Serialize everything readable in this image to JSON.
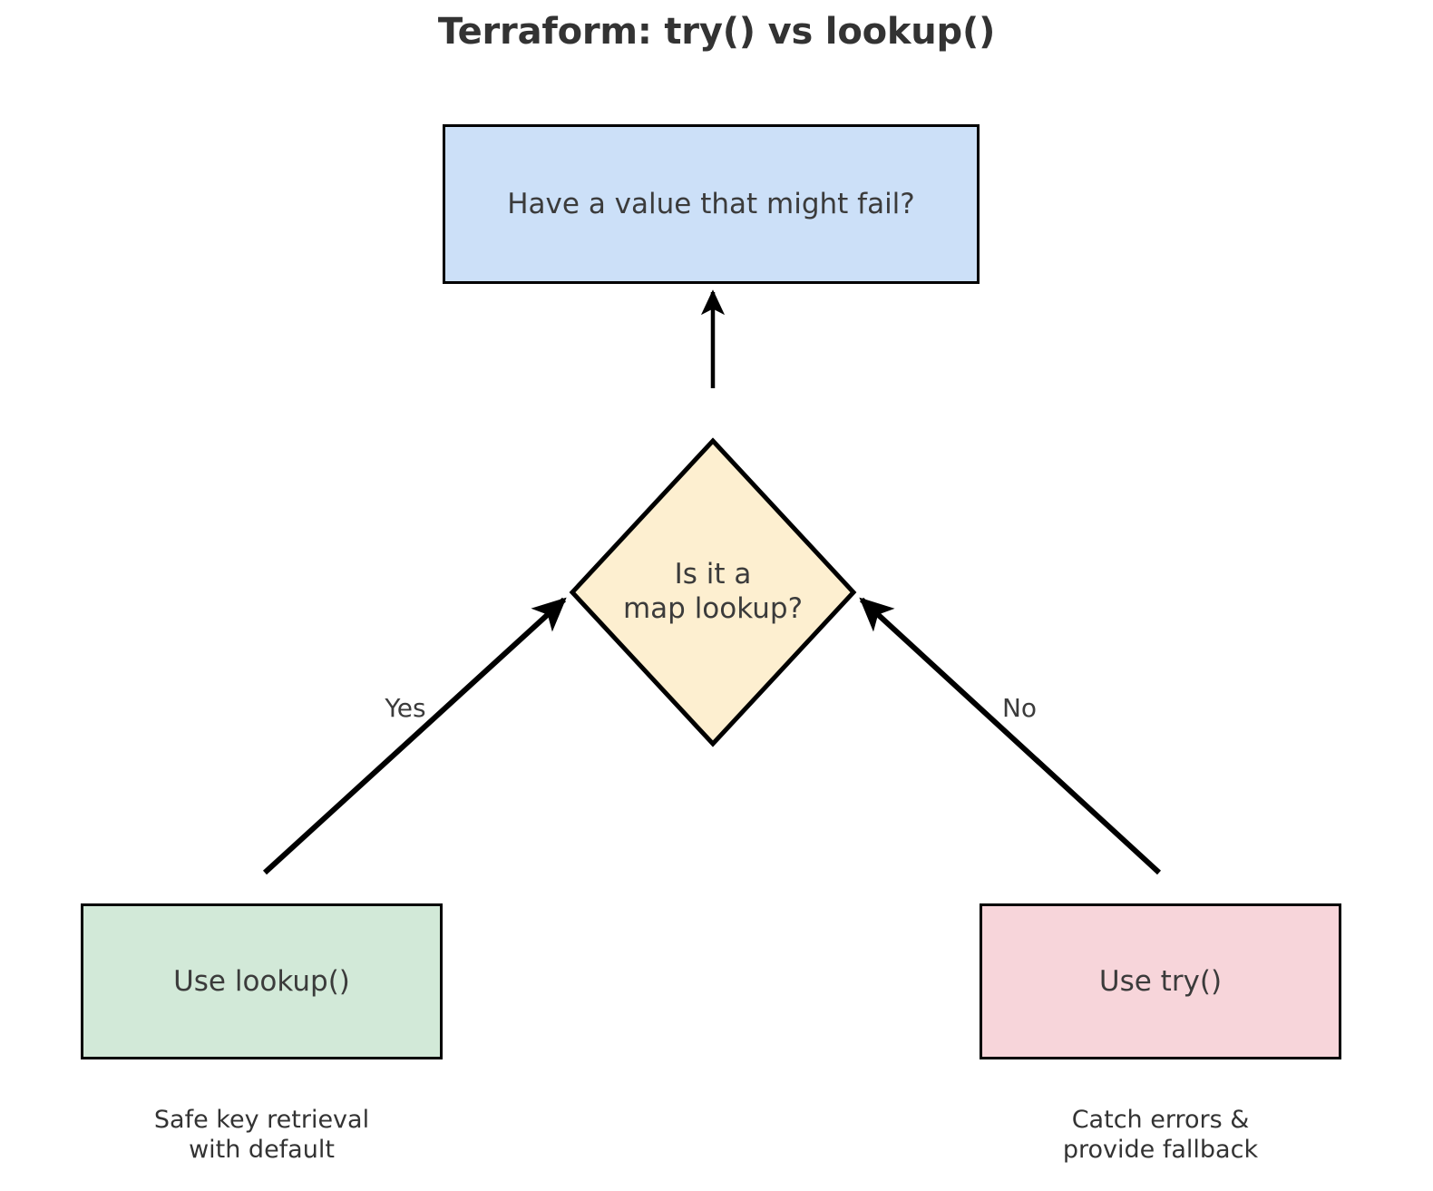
{
  "diagram": {
    "title": "Terraform: try() vs lookup()",
    "type": "flowchart",
    "background": "#ffffff",
    "nodes": {
      "start": {
        "label": "Have a value that might fail?",
        "shape": "rectangle",
        "fill": "#cce0f8",
        "stroke": "#000000"
      },
      "decision": {
        "label": "Is it a\nmap lookup?",
        "shape": "diamond",
        "fill": "#fdefd0",
        "stroke": "#000000"
      },
      "lookup": {
        "label": "Use lookup()",
        "shape": "rectangle",
        "fill": "#d2e9d8",
        "stroke": "#000000"
      },
      "try": {
        "label": "Use try()",
        "shape": "rectangle",
        "fill": "#f7d5da",
        "stroke": "#000000"
      }
    },
    "edges": [
      {
        "from": "decision",
        "to": "start",
        "label": ""
      },
      {
        "from": "lookup",
        "to": "decision",
        "label": "Yes"
      },
      {
        "from": "try",
        "to": "decision",
        "label": "No"
      }
    ],
    "captions": {
      "lookup": "Safe key retrieval\nwith default",
      "try": "Catch errors &\nprovide fallback"
    }
  }
}
